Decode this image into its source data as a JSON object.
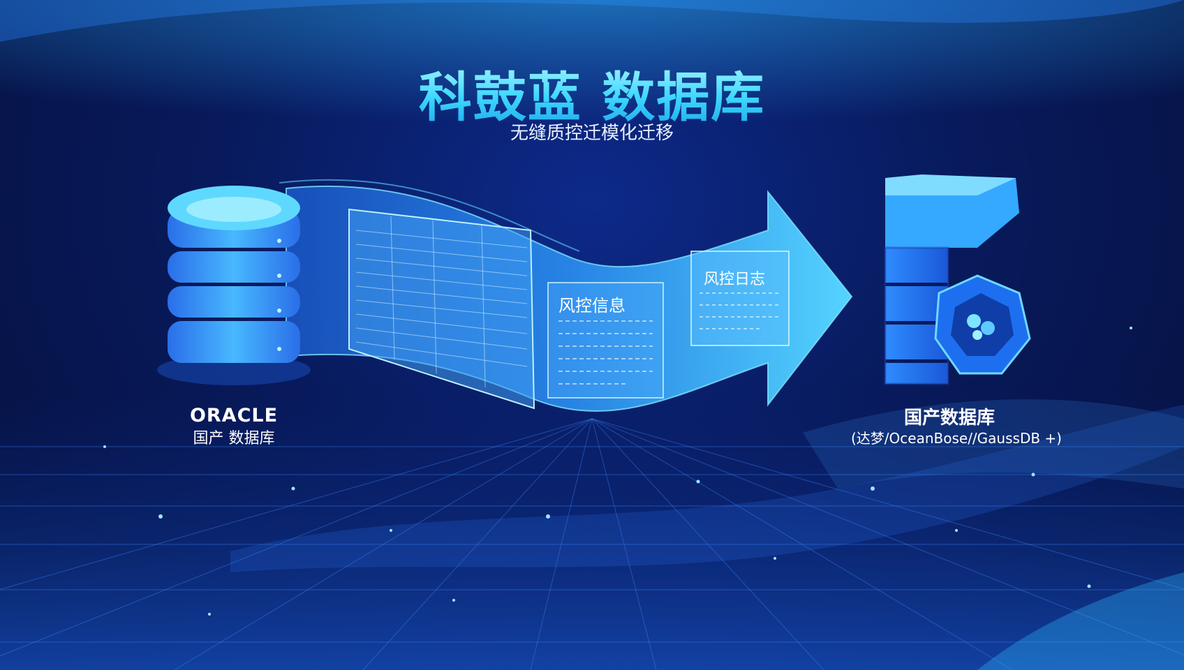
{
  "header": {
    "title": "科鼓蓝 数据库",
    "subtitle": "无缝质控迁模化迁移"
  },
  "source": {
    "brand": "ORACLE",
    "label": "国产  数据库"
  },
  "panels": {
    "risk_info": "风控信息",
    "risk_log": "风控日志"
  },
  "target": {
    "label": "国产数据库",
    "products": "(达梦/OceanBose//GaussDB +)"
  },
  "colors": {
    "background": "#081a5c",
    "accent": "#3fd8ff",
    "arrow": "#2aa8f0"
  },
  "icons": {
    "source_db": "database-cylinder-icon",
    "target_db": "stacked-database-icon",
    "target_badge": "hexagon-logo-icon",
    "flow": "arrow-right-icon"
  }
}
